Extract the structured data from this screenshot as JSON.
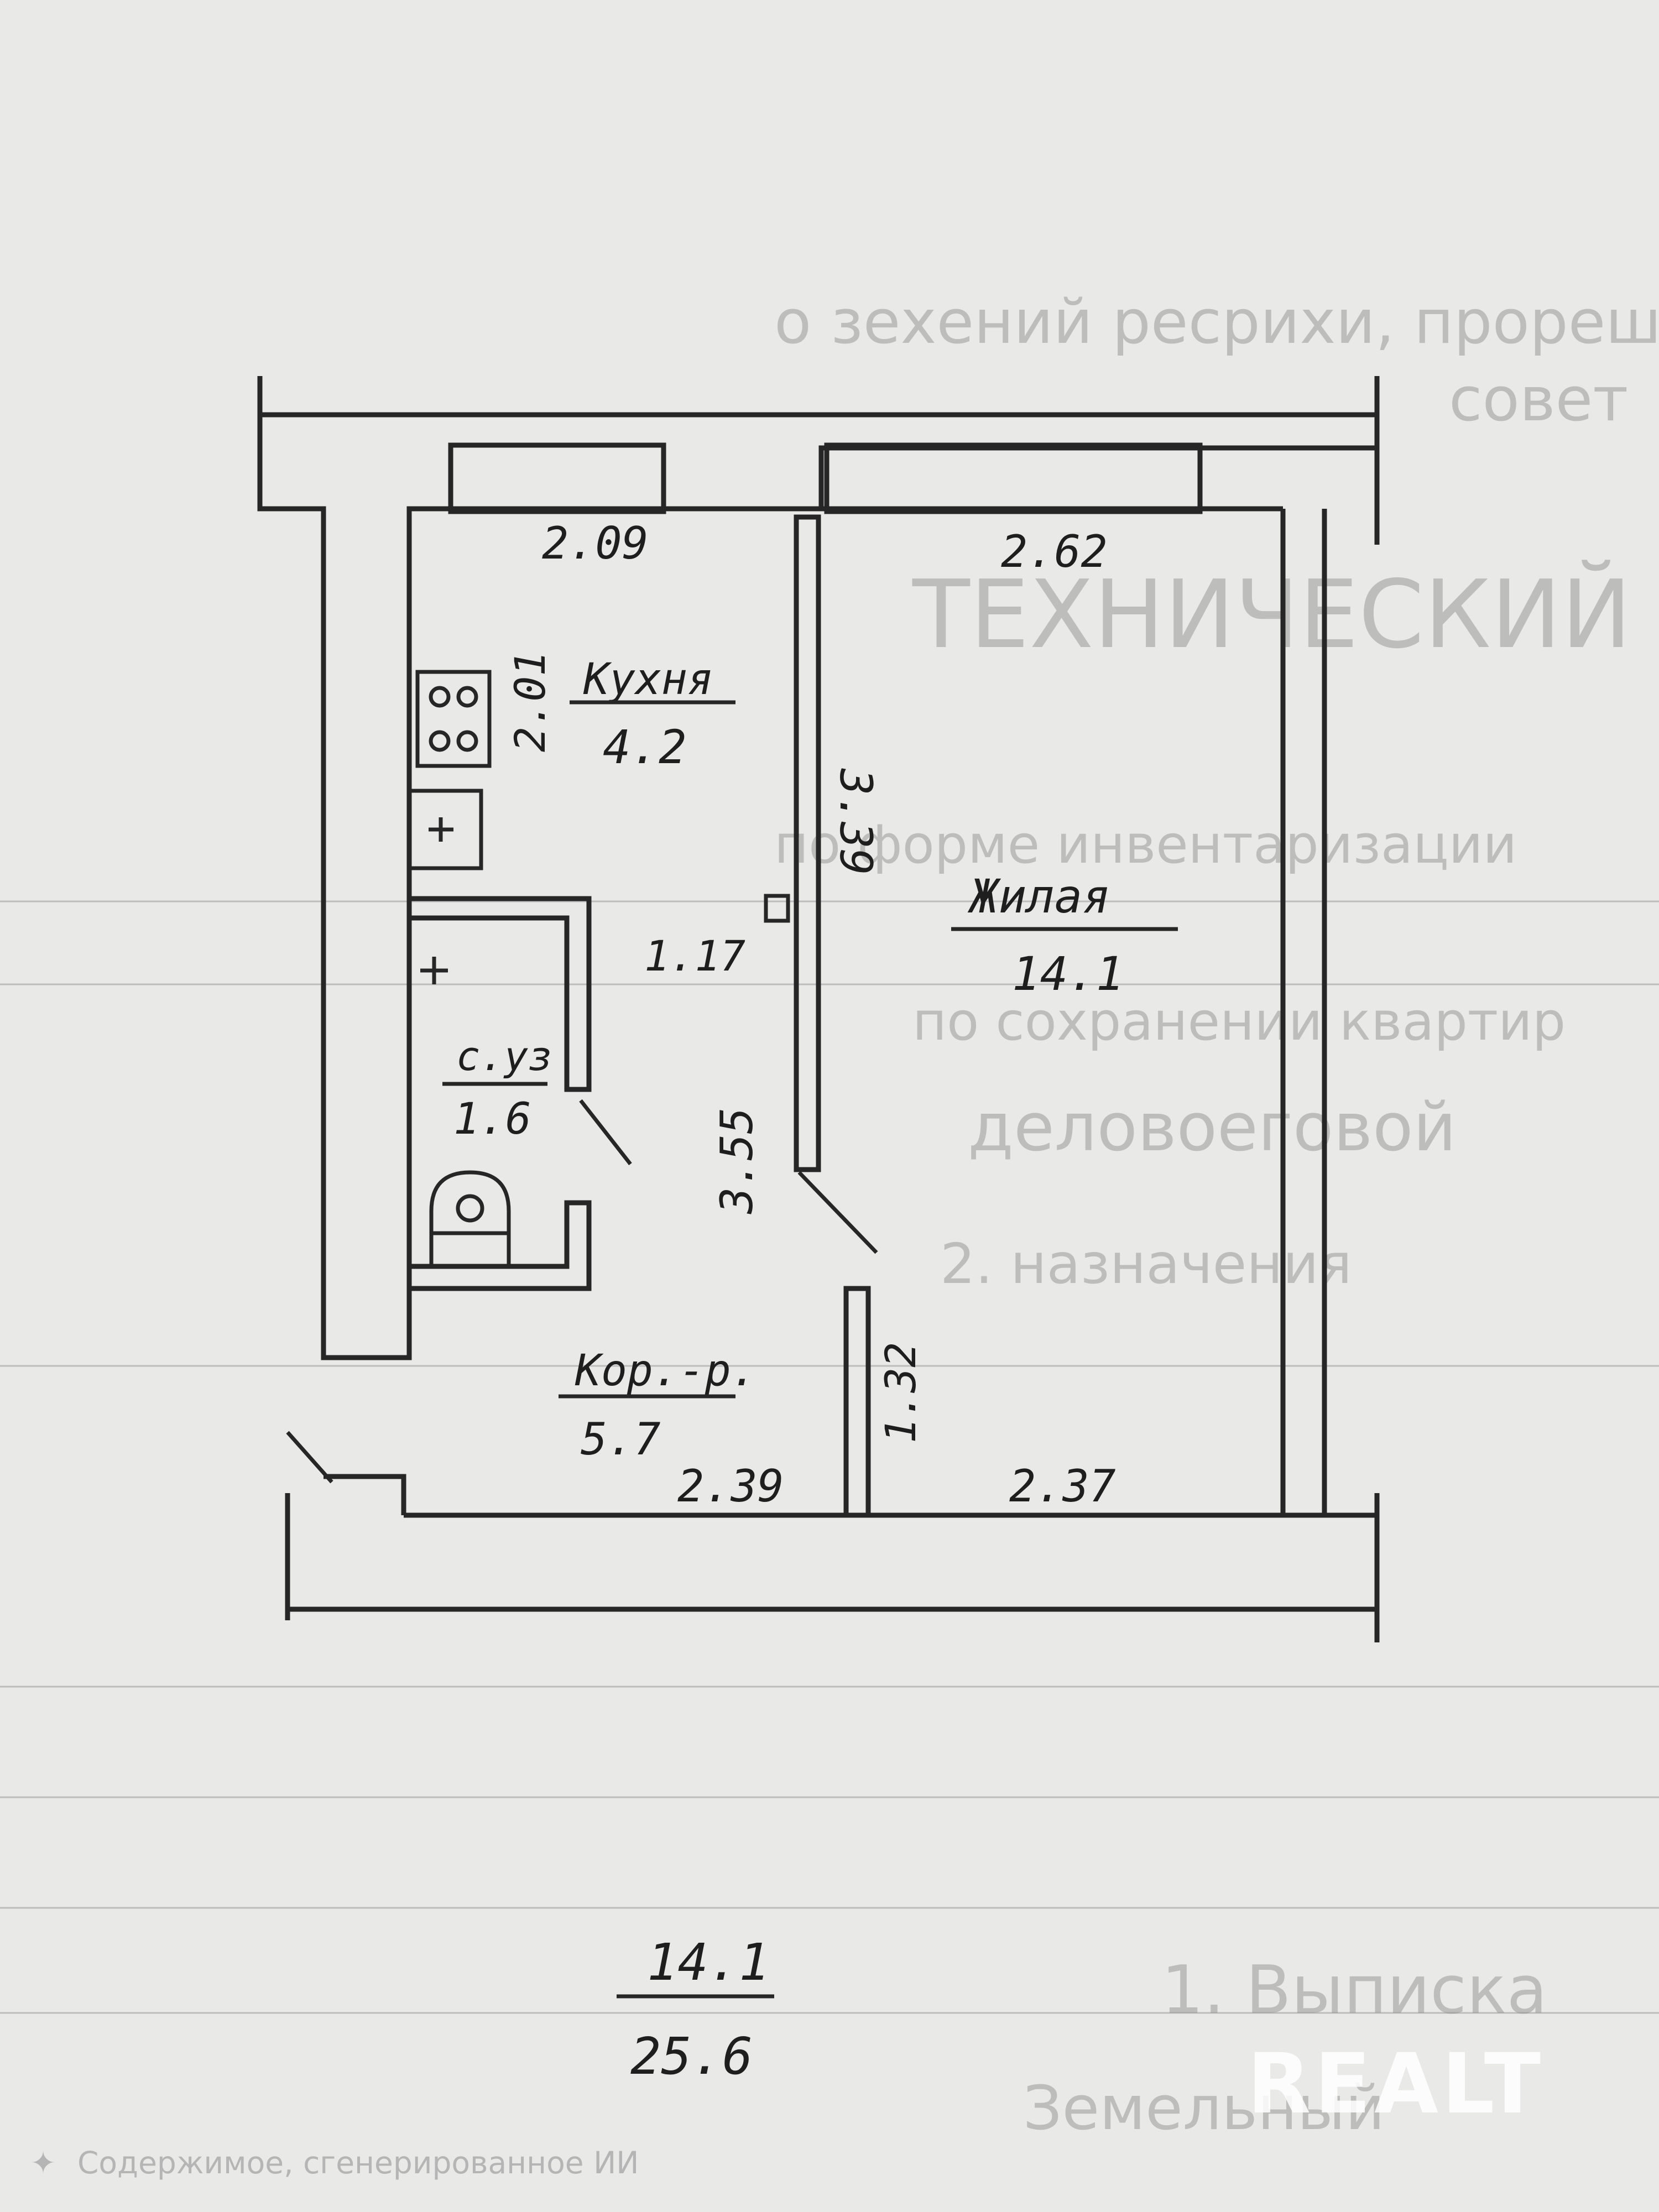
{
  "background_form": {
    "header_line_1": "о зехений ресрихи, прорешпу нарош",
    "header_line_2": "совет",
    "title": "ТЕХНИЧЕСКИЙ ПАСПОРТ",
    "line_3": "по форме инвентаризации",
    "line_4": "по сохранении квартир",
    "line_5": "деловоеговой",
    "line_6": "2. назначения",
    "line_7": "1. Выписка",
    "line_8": "Земельный"
  },
  "plan": {
    "rooms": [
      {
        "id": "kitchen",
        "name": "Кухня",
        "area": "4.2"
      },
      {
        "id": "living",
        "name": "Жилая",
        "area": "14.1"
      },
      {
        "id": "bathroom",
        "name": "с.уз",
        "area": "1.6"
      },
      {
        "id": "corridor",
        "name": "Кор.-р.",
        "area": "5.7"
      }
    ],
    "dimensions": {
      "kitchen_width": "2.09",
      "living_width_top": "2.62",
      "kitchen_depth": "2.01",
      "partition_upper": "3.39",
      "partition_lower": "3.55",
      "bathroom_width": "1.17",
      "corridor_wall": "1.32",
      "corridor_width": "2.39",
      "living_width_bottom": "2.37"
    }
  },
  "summary": {
    "living_area": "14.1",
    "total_area": "25.6"
  },
  "watermark": "REALT",
  "ai_note": "Содержимое, сгенерированное ИИ",
  "colors": {
    "paper": "#e9e9e7",
    "ink": "#262626",
    "watermark": "#ffffff"
  }
}
